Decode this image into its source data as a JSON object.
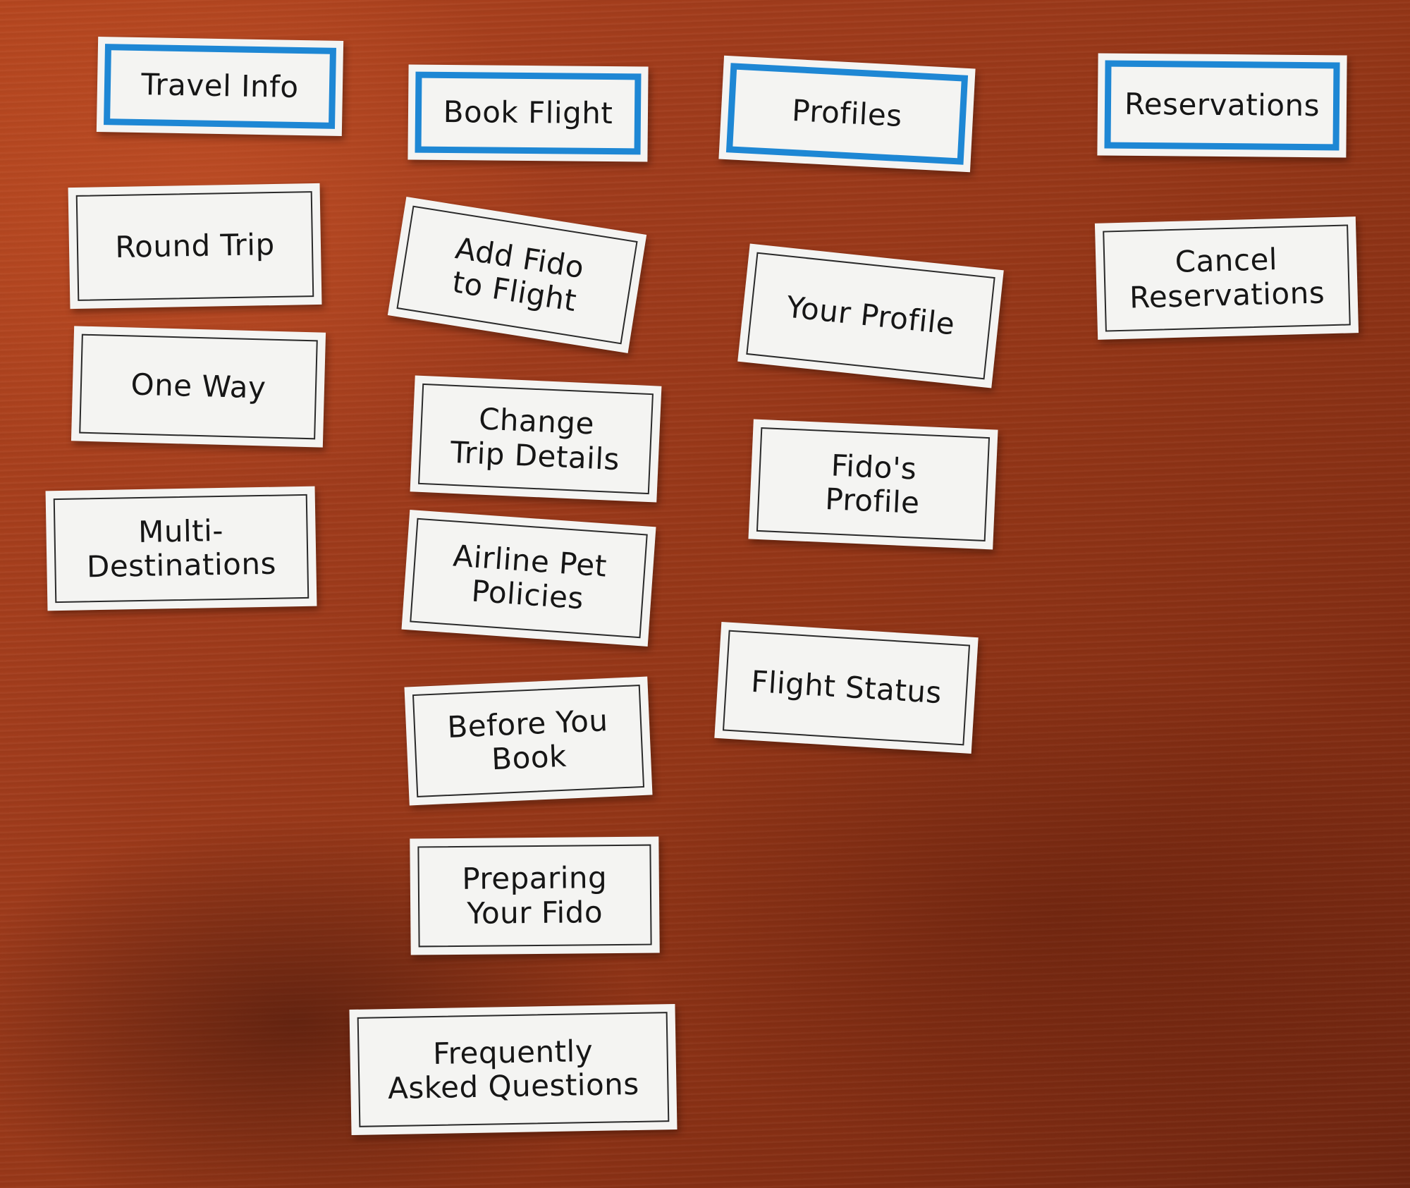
{
  "columns": [
    {
      "header": "Travel Info",
      "items": [
        "Round Trip",
        "One Way",
        "Multi-\nDestinations"
      ]
    },
    {
      "header": "Book Flight",
      "items": [
        "Add Fido\nto Flight",
        "Change\nTrip Details",
        "Airline Pet\nPolicies",
        "Before You\nBook",
        "Preparing\nYour Fido",
        "Frequently\nAsked Questions"
      ]
    },
    {
      "header": "Profiles",
      "items": [
        "Your Profile",
        "Fido's\nProfile",
        "Flight Status"
      ]
    },
    {
      "header": "Reservations",
      "items": [
        "Cancel\nReservations"
      ]
    }
  ],
  "colors": {
    "header_border": "#1e87d4",
    "card_border": "#2a2a2a",
    "card_bg": "#f4f4f2",
    "table": "#9a3a1a"
  }
}
